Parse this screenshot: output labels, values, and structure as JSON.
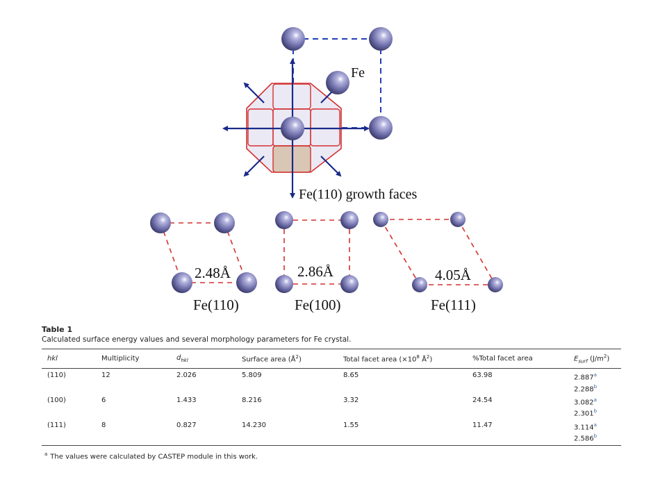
{
  "figure": {
    "top_atom_label": "Fe",
    "growth_label": "Fe(110)  growth faces",
    "lattices": [
      {
        "distance": "2.48Å",
        "name": "Fe(110)"
      },
      {
        "distance": "2.86Å",
        "name": "Fe(100)"
      },
      {
        "distance": "4.05Å",
        "name": "Fe(111)"
      }
    ],
    "colors": {
      "atom": "#6c6ca8",
      "blue_dash": "#1f3fb5",
      "red_dash": "#d43030",
      "arrow": "#1a2a8a",
      "crystal_edge": "#d43030",
      "crystal_face": "#ebe9f4",
      "crystal_bottom_face": "#d9c6b4"
    }
  },
  "table": {
    "title": "Table 1",
    "caption": "Calculated surface energy values and several morphology parameters for Fe crystal.",
    "headers": {
      "hkl": "hkl",
      "multiplicity": "Multiplicity",
      "d_main": "d",
      "d_sub": "hkl",
      "surface_area": "Surface area (Å",
      "surface_area_sup": "2",
      "surface_area_end": ")",
      "facet_area": "Total facet area (×10",
      "facet_area_sup": "8",
      "facet_area_mid": " Å",
      "facet_area_sup2": "2",
      "facet_area_end": ")",
      "pct_facet": "%Total facet area",
      "esurf_main": "E",
      "esurf_sub": "surf",
      "esurf_unit": " (J/m",
      "esurf_sup": "2",
      "esurf_end": ")"
    },
    "rows": [
      {
        "hkl": "(110)",
        "multiplicity": "12",
        "dhkl": "2.026",
        "surface_area": "5.809",
        "facet_area": "8.65",
        "pct": "63.98",
        "esurf_a": "2.887",
        "esurf_b": "2.288"
      },
      {
        "hkl": "(100)",
        "multiplicity": "6",
        "dhkl": "1.433",
        "surface_area": "8.216",
        "facet_area": "3.32",
        "pct": "24.54",
        "esurf_a": "3.082",
        "esurf_b": "2.301"
      },
      {
        "hkl": "(111)",
        "multiplicity": "8",
        "dhkl": "0.827",
        "surface_area": "14.230",
        "facet_area": "1.55",
        "pct": "11.47",
        "esurf_a": "3.114",
        "esurf_b": "2.586"
      }
    ],
    "sup_a": "a",
    "sup_b": "b",
    "footnote_mark": "a",
    "footnote": "The values were calculated by CASTEP module in this work."
  }
}
